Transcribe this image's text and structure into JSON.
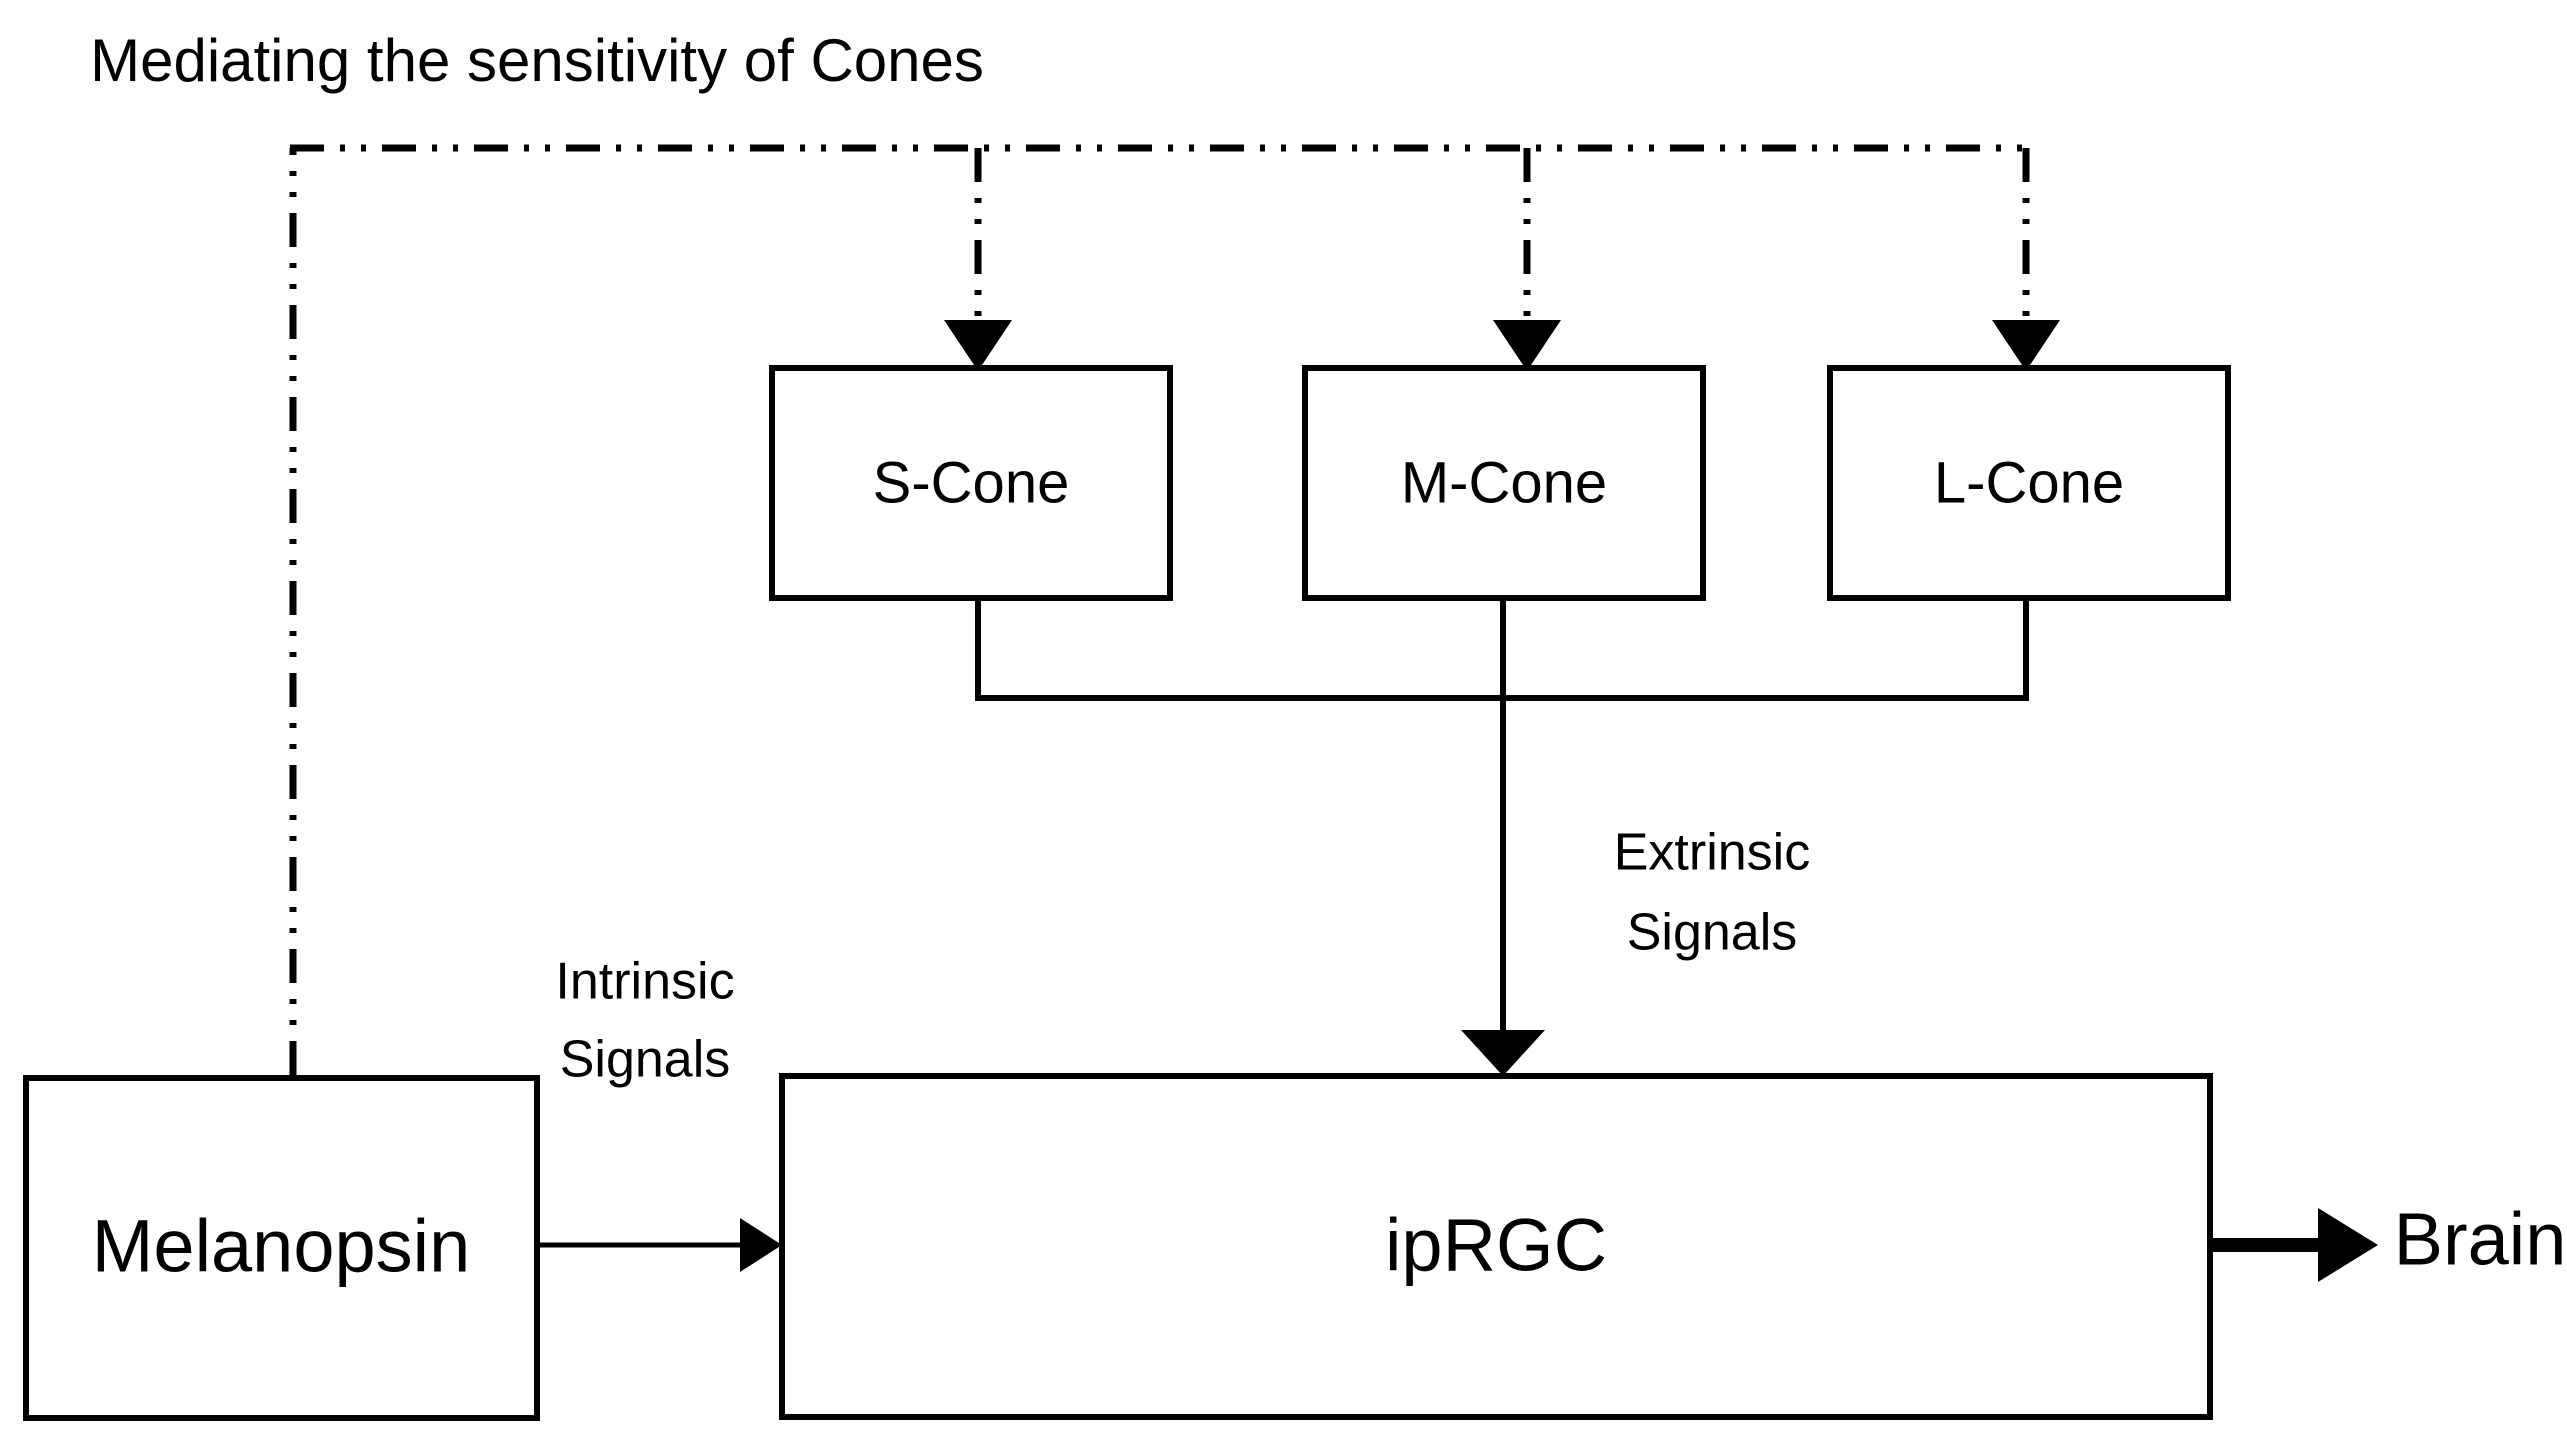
{
  "diagram": {
    "title": "Mediating the sensitivity of Cones",
    "nodes": {
      "s_cone": "S-Cone",
      "m_cone": "M-Cone",
      "l_cone": "L-Cone",
      "melanopsin": "Melanopsin",
      "iprgc": "ipRGC",
      "brain": "Brain"
    },
    "edge_labels": {
      "intrinsic_line1": "Intrinsic",
      "intrinsic_line2": "Signals",
      "extrinsic_line1": "Extrinsic",
      "extrinsic_line2": "Signals"
    },
    "colors": {
      "stroke": "#000000",
      "background": "#ffffff",
      "text": "#000000"
    }
  }
}
